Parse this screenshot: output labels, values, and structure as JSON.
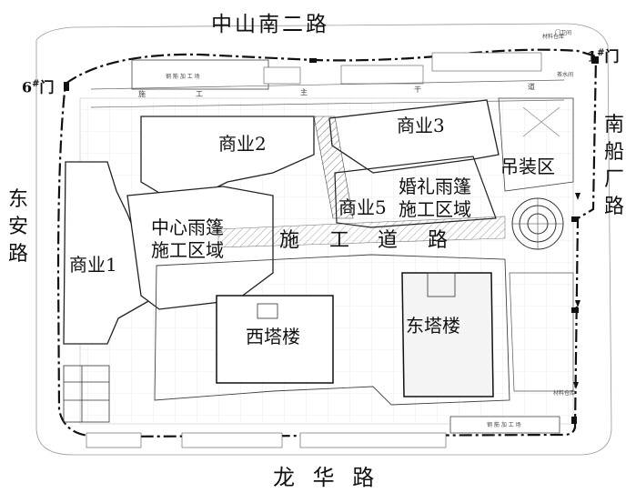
{
  "roads": {
    "north": "中山南二路",
    "south": "龙 华 路",
    "west": [
      "东",
      "安",
      "路"
    ],
    "east": [
      "南",
      "船",
      "厂",
      "路"
    ]
  },
  "gates": {
    "gate6": {
      "num": "6",
      "sup": "#",
      "unit": "门"
    },
    "gate1": {
      "num": "1",
      "sup": "#",
      "unit": "门"
    }
  },
  "buildings": {
    "commercial1": "商业1",
    "commercial2": "商业2",
    "commercial3": "商业3",
    "commercial5": "商业5",
    "west_tower": "西塔楼",
    "east_tower": "东塔楼"
  },
  "zones": {
    "hoisting": "吊装区",
    "central_canopy": [
      "中心雨篷",
      "施工区域"
    ],
    "wedding_canopy": [
      "婚礼雨篷",
      "施工区域"
    ]
  },
  "construction_road": [
    "施",
    "工",
    "道",
    "路"
  ],
  "small_labels": {
    "rebar_north": "钢 筋 加 工 场",
    "rebar_south": "钢 筋 加 工 场",
    "main_road": [
      "施",
      "工",
      "主",
      "干",
      "道"
    ],
    "gate_label_top": "门卫间",
    "gate_label_side": "茶水间",
    "warehouse_top": "材料仓库",
    "warehouse_side": "材料仓库"
  },
  "colors": {
    "line": "#333333",
    "boundary": "#111111",
    "road_hatch": "#555555"
  }
}
